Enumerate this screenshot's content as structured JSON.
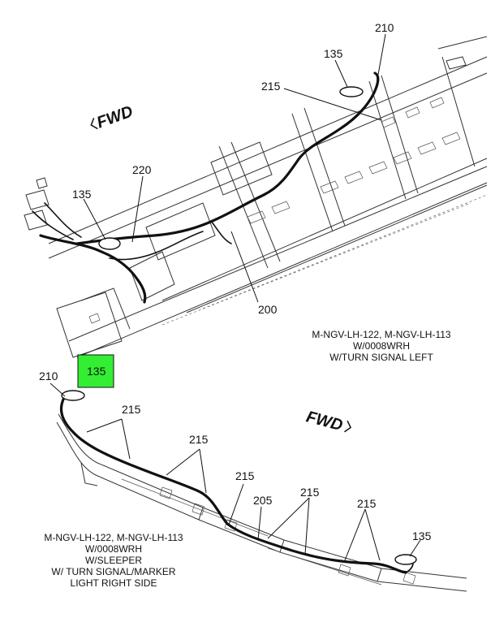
{
  "top_view": {
    "fwd_label": "FWD",
    "callouts": [
      "210",
      "135",
      "215",
      "220",
      "135",
      "200"
    ],
    "caption": [
      "M-NGV-LH-122, M-NGV-LH-113",
      "W/0008WRH",
      "W/TURN SIGNAL LEFT"
    ]
  },
  "bottom_view": {
    "fwd_label": "FWD",
    "highlight_callout": "135",
    "callouts": [
      "210",
      "215",
      "215",
      "215",
      "205",
      "215",
      "215",
      "135"
    ],
    "caption": [
      "M-NGV-LH-122, M-NGV-LH-113",
      "W/0008WRH",
      "W/SLEEPER",
      "W/ TURN SIGNAL/MARKER",
      "LIGHT RIGHT SIDE"
    ]
  },
  "colors": {
    "highlight": "#33ee33",
    "ink": "#111111"
  }
}
